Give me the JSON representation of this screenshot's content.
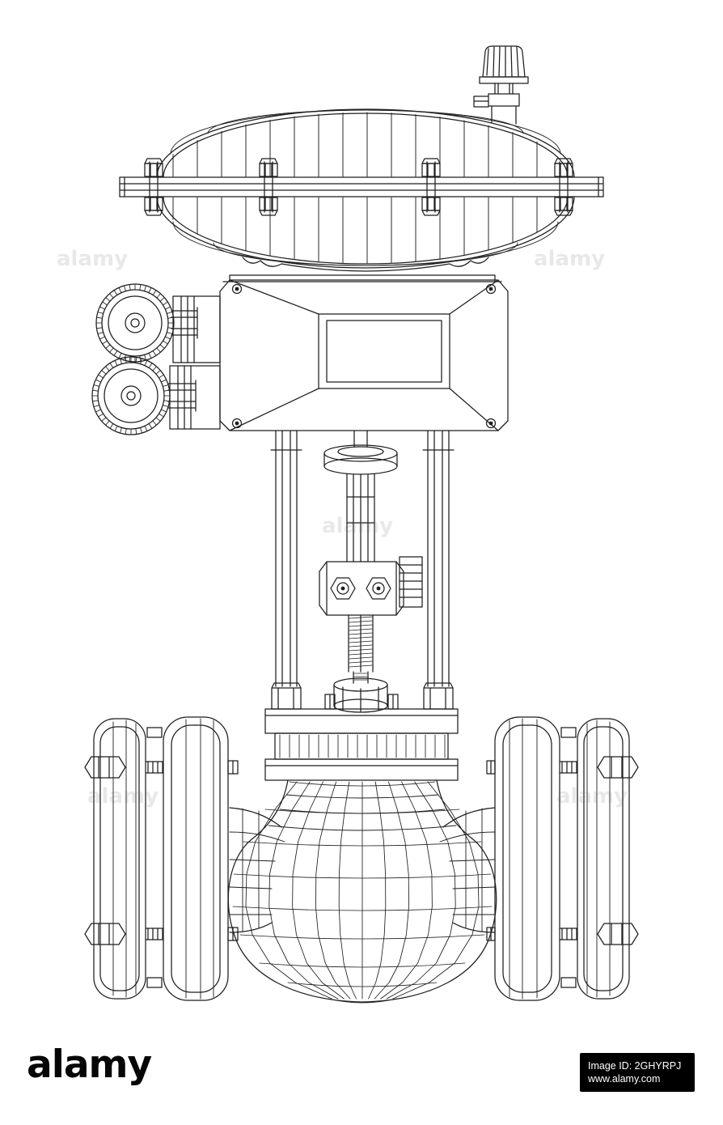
{
  "image": {
    "background": "#ffffff",
    "line_color": "#1e1e1e"
  },
  "watermark": {
    "text": "alamy"
  },
  "footer": {
    "logo_text": "alamy",
    "image_id": "Image ID: 2GHYRPJ",
    "website": "www.alamy.com",
    "badge_background": "#000000",
    "badge_text_color": "#ffffff"
  }
}
